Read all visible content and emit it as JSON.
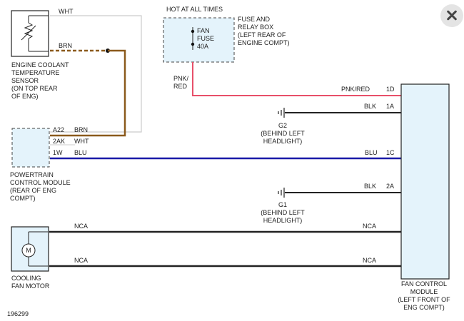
{
  "colors": {
    "brn": "#8b5a1c",
    "blu": "#1a1aa8",
    "pnk_red": "#e8506a",
    "blk": "#222222",
    "module_fill": "#e4f3fb",
    "wht_wire": "#cccccc"
  },
  "icons": {
    "close": "close-icon"
  },
  "components": {
    "sensor": "ENGINE COOLANT|TEMPERATURE|SENSOR|(ON TOP REAR|OF ENG)",
    "pcm": "POWERTRAIN|CONTROL MODULE|(REAR OF ENG|COMPT)",
    "motor": "COOLING|FAN MOTOR",
    "motor_symbol": "M",
    "hot_label": "HOT AT ALL TIMES",
    "fuse_inner": "FAN|FUSE|40A",
    "fuse_box": "FUSE AND|RELAY BOX|(LEFT REAR OF|ENGINE COMPT)",
    "fcm": "FAN CONTROL|MODULE|(LEFT FRONT OF|ENG COMPT)",
    "g2": "G2|(BEHIND LEFT|HEADLIGHT)",
    "g1": "G1|(BEHIND LEFT|HEADLIGHT)"
  },
  "wires": {
    "wht": "WHT",
    "brn_top": "BRN",
    "pnk_red_left": "PNK/|RED",
    "pnk_red_right": "PNK/RED",
    "blk_1": "BLK",
    "blk_2": "BLK",
    "blu_left": "BLU",
    "blu_right": "BLU",
    "brn_pcm": "BRN",
    "wht_pcm": "WHT",
    "nca_1_left": "NCA",
    "nca_1_right": "NCA",
    "nca_2_left": "NCA",
    "nca_2_right": "NCA"
  },
  "pins": {
    "fcm_1d": "1D",
    "fcm_1a": "1A",
    "fcm_1c": "1C",
    "fcm_2a": "2A",
    "pcm_a22": "A22",
    "pcm_2ak": "2AK",
    "pcm_1w": "1W"
  },
  "figure_id": "196299"
}
